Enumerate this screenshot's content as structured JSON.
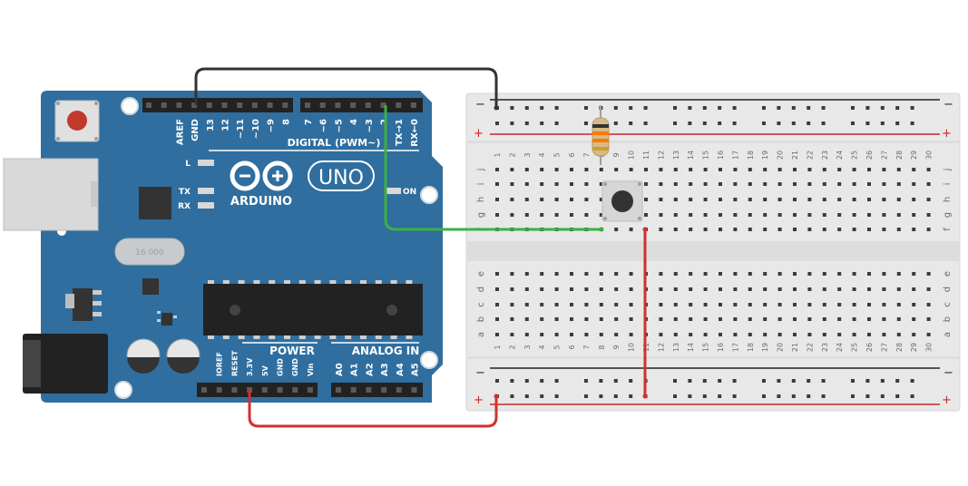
{
  "board": {
    "pin_labels_top": [
      "AREF",
      "GND",
      "13",
      "12",
      "~11",
      "~10",
      "~9",
      "8",
      "7",
      "~6",
      "~5",
      "4",
      "~3",
      "2",
      "TX→1",
      "RX←0"
    ],
    "digital_label": "DIGITAL (PWM~)",
    "led_l": "L",
    "led_tx": "TX",
    "led_rx": "RX",
    "on_label": "ON",
    "brand": "ARDUINO",
    "model": "UNO",
    "crystal": "16.000",
    "power_label": "POWER",
    "analog_label": "ANALOG IN",
    "pin_labels_power": [
      "IOREF",
      "RESET",
      "3.3V",
      "5V",
      "GND",
      "GND",
      "Vin"
    ],
    "pin_labels_analog": [
      "A0",
      "A1",
      "A2",
      "A3",
      "A4",
      "A5"
    ]
  },
  "breadboard": {
    "columns": [
      "1",
      "2",
      "3",
      "4",
      "5",
      "6",
      "7",
      "8",
      "9",
      "10",
      "11",
      "12",
      "13",
      "14",
      "15",
      "16",
      "17",
      "18",
      "19",
      "20",
      "21",
      "22",
      "23",
      "24",
      "25",
      "26",
      "27",
      "28",
      "29",
      "30"
    ],
    "rows_top": [
      "j",
      "i",
      "h",
      "g",
      "f"
    ],
    "rows_bottom": [
      "e",
      "d",
      "c",
      "b",
      "a"
    ],
    "minus": "−",
    "plus": "+"
  },
  "colors": {
    "board_blue": "#2f6e9f",
    "wire_black": "#333333",
    "wire_green": "#3cb043",
    "wire_red": "#d32f2f",
    "rail_red": "#c62828",
    "breadboard": "#e9e9e9"
  }
}
